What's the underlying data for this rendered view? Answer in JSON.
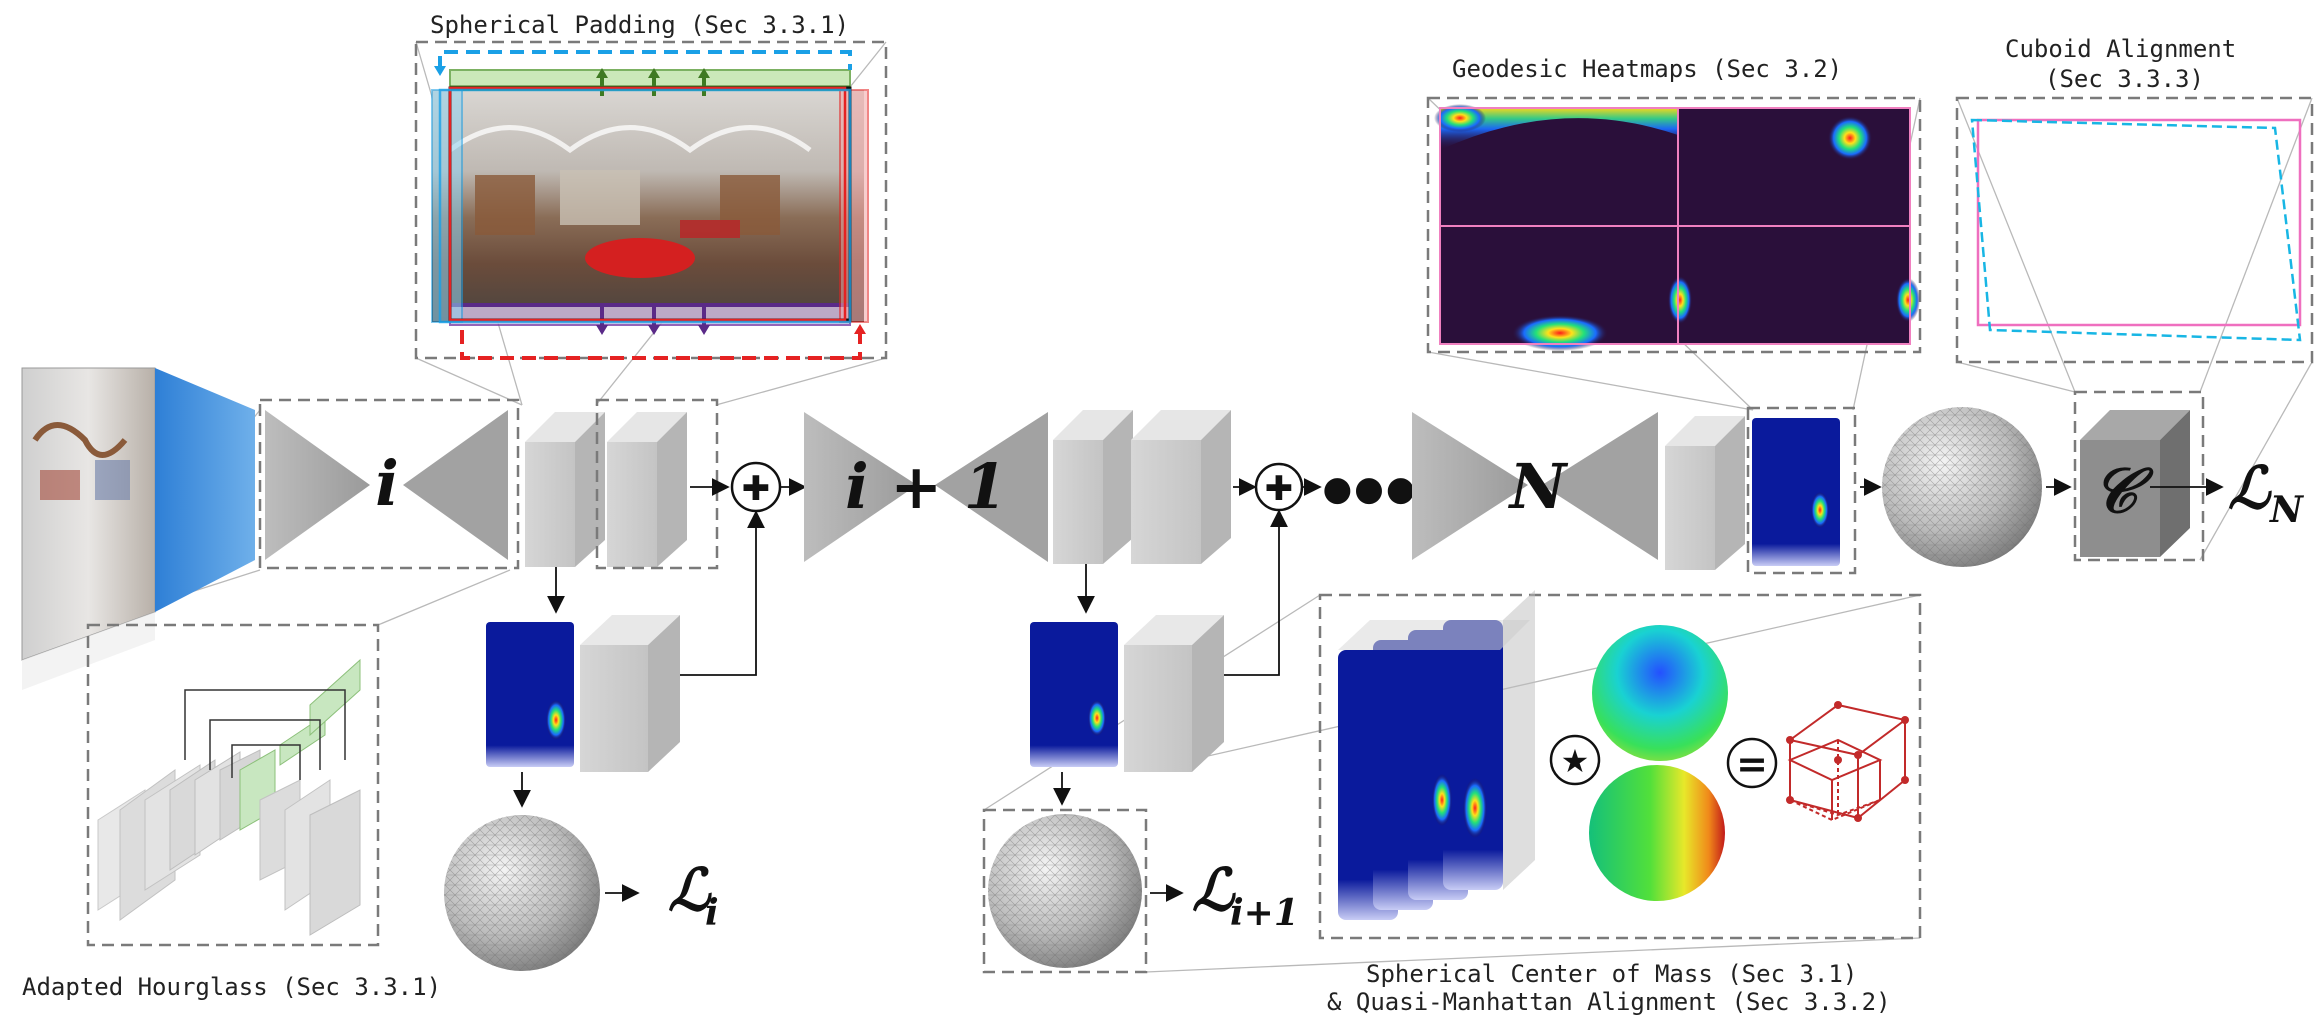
{
  "captions": {
    "spherical_padding": "Spherical Padding (Sec 3.3.1)",
    "geodesic_heatmaps": "Geodesic Heatmaps (Sec 3.2)",
    "cuboid_alignment_line1": "Cuboid Alignment",
    "cuboid_alignment_line2": "(Sec 3.3.3)",
    "adapted_hourglass": "Adapted Hourglass (Sec 3.3.1)",
    "center_of_mass_line1": "Spherical Center of Mass (Sec 3.1)",
    "center_of_mass_line2": "& Quasi-Manhattan Alignment (Sec 3.3.2)"
  },
  "stages": {
    "first": "i",
    "second": "i + 1",
    "last": "N",
    "cuboid_symbol": "𝒞"
  },
  "losses": {
    "first_main": "ℒ",
    "first_sub": "i",
    "second_main": "ℒ",
    "second_sub": "i+1",
    "last_main": "ℒ",
    "last_sub": "N"
  },
  "operators": {
    "plus": "✚",
    "star": "★",
    "equals": "=",
    "ellipsis": "●●●"
  },
  "colors": {
    "padding_blue": "#1aa0e6",
    "padding_red": "#e52222",
    "padding_green": "#5c9e3c",
    "padding_purple": "#7a3fa8",
    "heatmap_divider": "#f080c0",
    "cuboid_pink": "#ef6fbf",
    "cuboid_cyan": "#18b6e4",
    "heatmap_bg": "#2a0f3a",
    "hourglass_gray": "#a9a9a9"
  }
}
